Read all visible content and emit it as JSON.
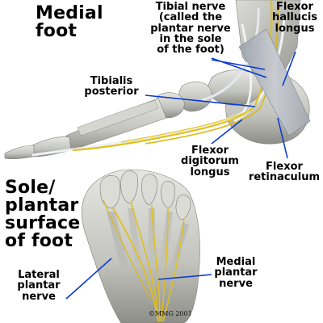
{
  "labels": {
    "medial_foot": "Medial\nfoot",
    "tibial_nerve": "Tibial nerve\n(called the\nplantar nerve\nin the sole\nof the foot)",
    "flexor_hallucis_longus": "Flexor\nhallucis\nlongus",
    "tibialis_posterior": "Tibialis\nposterior",
    "flexor_digitorum_longus": "Flexor\ndigitorum\nlongus",
    "flexor_retinaculum": "Flexor\nretinaculum",
    "sole_plantar_surface": "Sole/\nplantar\nsurface\nof foot",
    "lateral_plantar_nerve": "Lateral\nplantar\nnerve",
    "medial_plantar_nerve": "Medial\nplantar\nnerve"
  },
  "copyright": "©MMG 2001",
  "colors": {
    "background": "#ffffff",
    "bone": "#c9c9c4",
    "bone_shadow": "#8d8d88",
    "nerve": "#e0c020",
    "tendon": "#eef2f4",
    "retinaculum": "#b4b9c0",
    "leader_line": "#0a3ad0",
    "label_text": "#000000"
  }
}
